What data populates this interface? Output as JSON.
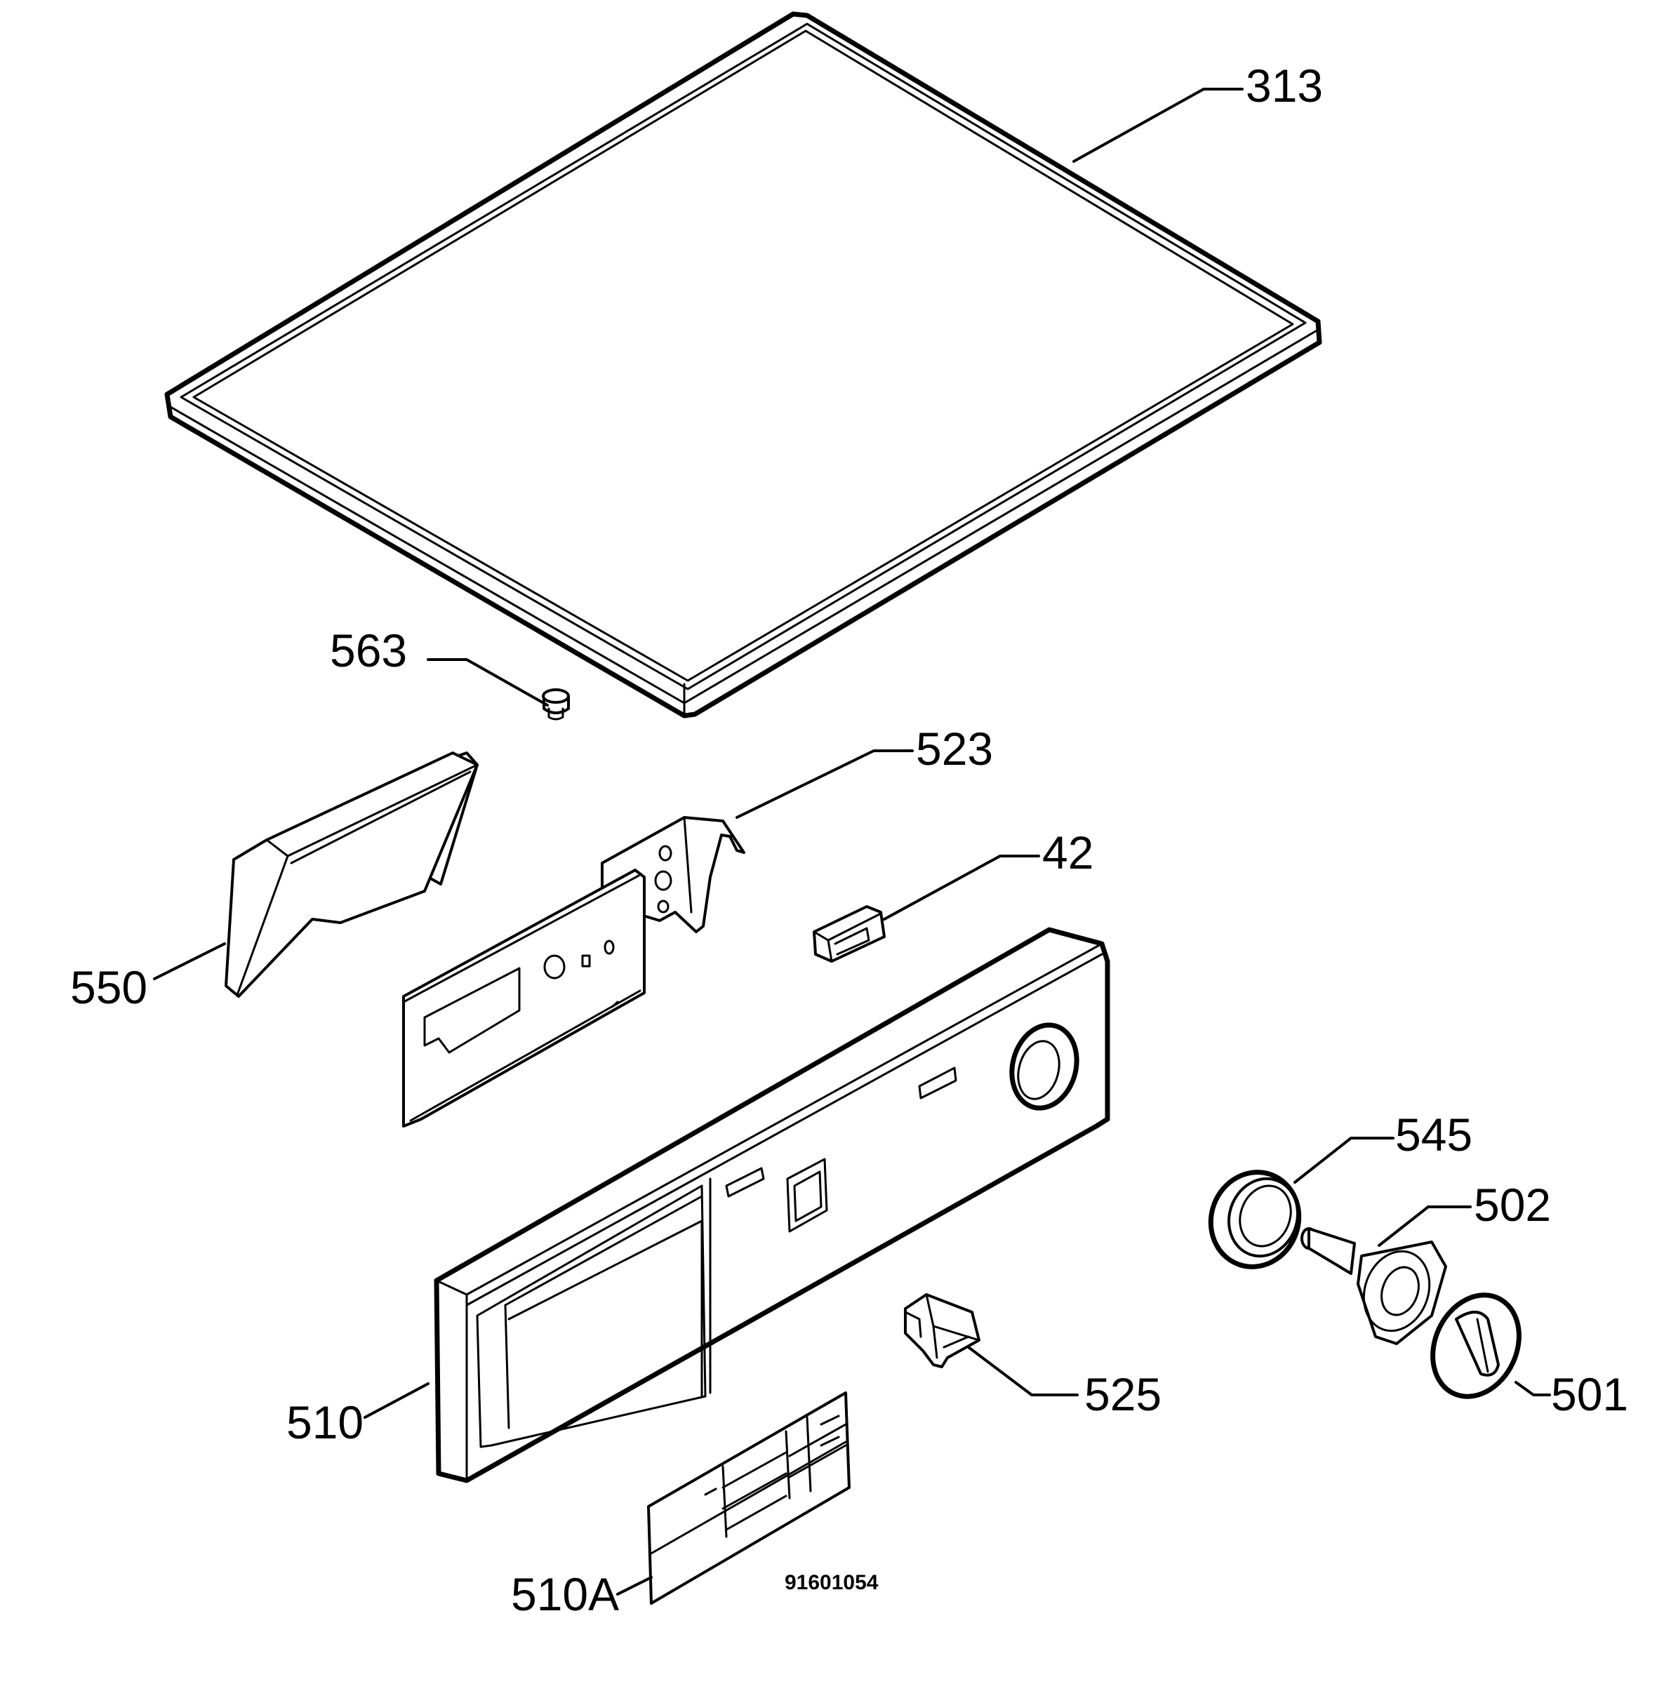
{
  "parts": [
    {
      "id": "top-lid",
      "label": "313"
    },
    {
      "id": "plug",
      "label": "563"
    },
    {
      "id": "bracket",
      "label": "523"
    },
    {
      "id": "clip",
      "label": "42"
    },
    {
      "id": "drawer-front",
      "label": "550"
    },
    {
      "id": "knob-ring",
      "label": "545"
    },
    {
      "id": "spindle",
      "label": "502"
    },
    {
      "id": "control-panel",
      "label": "510"
    },
    {
      "id": "switch",
      "label": "525"
    },
    {
      "id": "knob",
      "label": "501"
    },
    {
      "id": "label-plate",
      "label": "510A"
    }
  ],
  "drawing_number": "91601054",
  "colors": {
    "line": "#000000",
    "background": "#ffffff"
  }
}
